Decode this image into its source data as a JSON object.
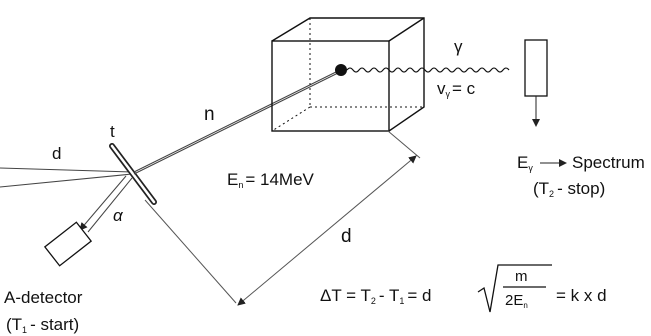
{
  "labels": {
    "d_beam": "d",
    "target": "t",
    "neutron": "n",
    "alpha": "α",
    "neutron_energy_main": "E",
    "neutron_energy_sub": "n",
    "neutron_energy_value": "= 14MeV",
    "gamma": "γ",
    "gamma_velocity_main": "v",
    "gamma_velocity_sub": "γ",
    "gamma_velocity_value": "= c",
    "distance": "d",
    "gamma_energy_main": "E",
    "gamma_energy_sub": "γ",
    "spectrum": "Spectrum",
    "stop_open": "(T",
    "stop_sub": "2",
    "stop_rest": "- stop)",
    "detector_name": "A-detector",
    "start_open": "(T",
    "start_sub": "1",
    "start_rest": "- start)"
  },
  "formula": {
    "lhs": "ΔT = T",
    "t2_sub": "2",
    "minus": "- T",
    "t1_sub": "1",
    "eq_d": "= d",
    "numerator": "m",
    "denominator": "2E",
    "denominator_sub": "n",
    "rhs": "= k x d"
  }
}
